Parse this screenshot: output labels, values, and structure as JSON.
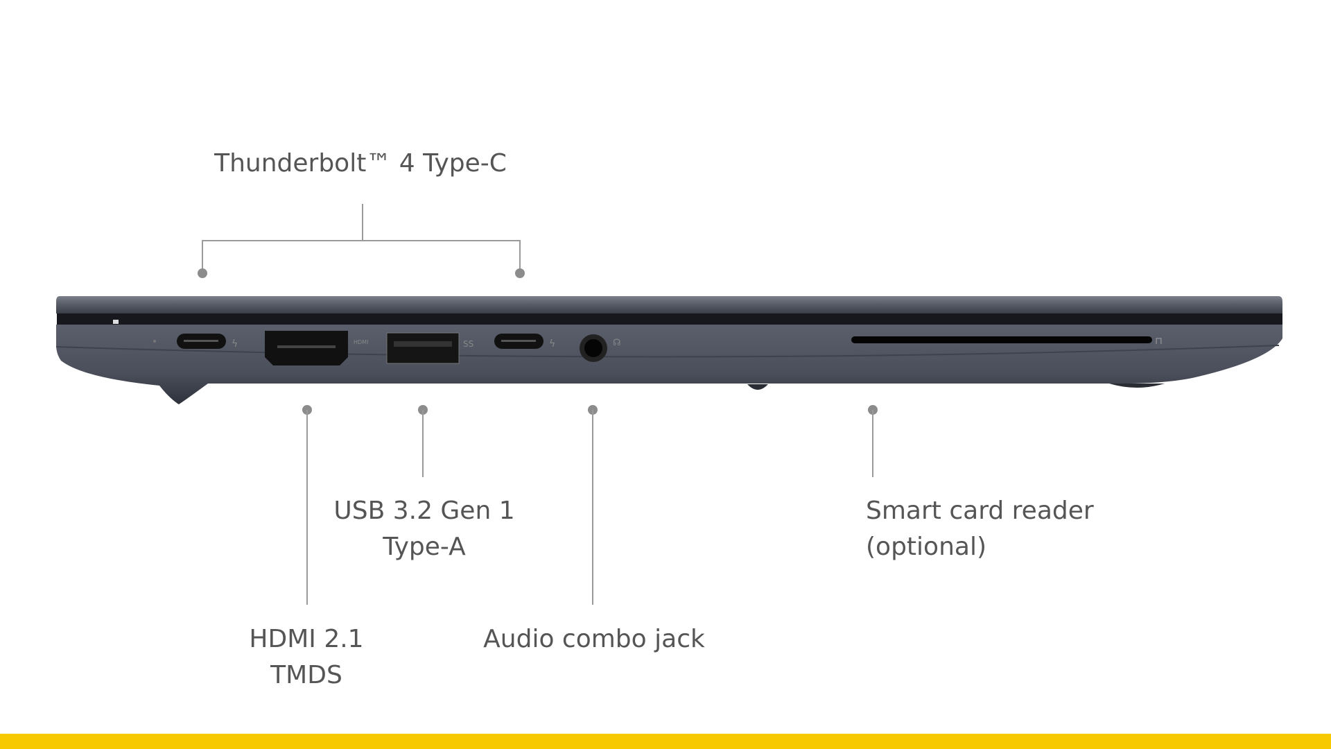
{
  "title_label": "Thunderbolt™ 4 Type-C",
  "labels": {
    "hdmi": [
      "HDMI 2.1",
      "TMDS"
    ],
    "usb": [
      "USB 3.2 Gen 1",
      "Type-A"
    ],
    "audio": "Audio combo jack",
    "smart_card": [
      "Smart card reader",
      "(optional)"
    ]
  },
  "colors": {
    "accent_bar": "#f7c900",
    "chassis": "#4a4f5c",
    "text": "#555555"
  }
}
